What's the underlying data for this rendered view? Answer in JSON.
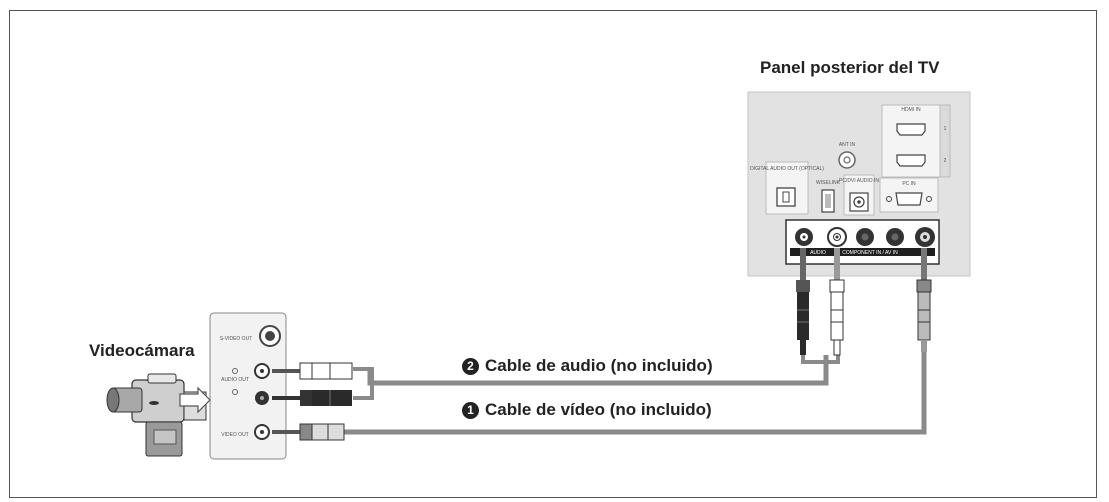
{
  "tv_panel": {
    "title": "Panel posterior del TV",
    "hdmi_in": "HDMI IN",
    "hdmi_port_1": "1",
    "hdmi_port_2": "2",
    "ant_in": "ANT IN",
    "digital_audio_out": "DIGITAL AUDIO OUT (OPTICAL)",
    "wiselink": "WISELINK",
    "pc_dvi_audio_in": "PC/DVI AUDIO IN",
    "pc_in": "PC IN",
    "av_audio": "AUDIO",
    "component_av_in": "COMPONENT IN / AV IN"
  },
  "camcorder": {
    "label": "Videocámara",
    "s_video_out": "S-VIDEO OUT",
    "audio_out": "AUDIO OUT",
    "video_out": "VIDEO OUT"
  },
  "cables": {
    "audio": {
      "number": "2",
      "label": "Cable de audio (no incluido)"
    },
    "video": {
      "number": "1",
      "label": "Cable de vídeo (no incluido)"
    }
  },
  "colors": {
    "cable": "#8a8a8a",
    "panel": "#e2e2e2",
    "jack_dark": "#2a2a2a"
  }
}
